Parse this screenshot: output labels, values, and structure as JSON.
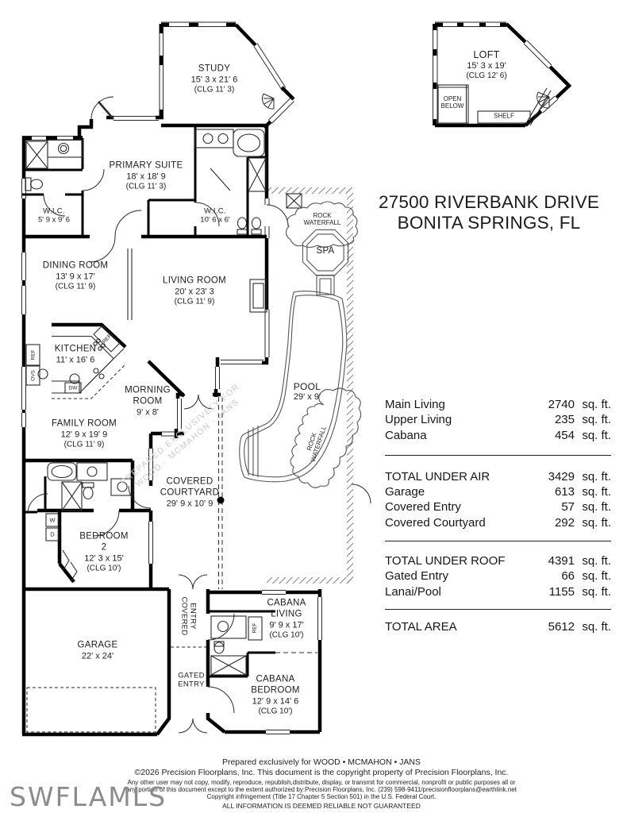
{
  "address": {
    "line1": "27500 RIVERBANK DRIVE",
    "line2": "BONITA SPRINGS, FL"
  },
  "rooms": {
    "study": {
      "name": "STUDY",
      "dims": "15' 3 x 21' 6",
      "clg": "(CLG 11' 3)"
    },
    "loft": {
      "name": "LOFT",
      "dims": "15' 3 x 19'",
      "clg": "(CLG 12' 6)"
    },
    "open_below": {
      "l1": "OPEN",
      "l2": "BELOW"
    },
    "shelf": {
      "name": "SHELF"
    },
    "primary_suite": {
      "name": "PRIMARY SUITE",
      "dims": "18' x 18' 9",
      "clg": "(CLG 11' 3)"
    },
    "wic_primary": {
      "name": "W.I.C.",
      "dims": "5' 9 x 9' 6"
    },
    "wic_secondary": {
      "name": "W.I.C.",
      "dims": "10' 6 x 6'"
    },
    "dining": {
      "name": "DINING ROOM",
      "dims": "13' 9 x 17'",
      "clg": "(CLG 11' 9)"
    },
    "living": {
      "name": "LIVING ROOM",
      "dims": "20' x 23' 3",
      "clg": "(CLG 11' 9)"
    },
    "kitchen": {
      "name": "KITCHEN",
      "dims": "11' x 16' 6"
    },
    "morning": {
      "l1": "MORNING",
      "l2": "ROOM",
      "dims": "9' x 8'"
    },
    "family": {
      "name": "FAMILY ROOM",
      "dims": "12' 9 x 19' 9",
      "clg": "(CLG 11' 9)"
    },
    "courtyard": {
      "l1": "COVERED",
      "l2": "COURTYARD",
      "dims": "29' 9 x 10' 9"
    },
    "bedroom2": {
      "l1": "BEDROOM",
      "l2": "2",
      "dims": "12' 3 x 15'",
      "clg": "(CLG 10')"
    },
    "garage": {
      "name": "GARAGE",
      "dims": "22' x 24'"
    },
    "covered_entry": {
      "l1": "COVERED",
      "l2": "ENTRY"
    },
    "gated_entry": {
      "l1": "GATED",
      "l2": "ENTRY"
    },
    "cabana_living": {
      "l1": "CABANA",
      "l2": "LIVING",
      "dims": "9' 9 x 17'",
      "clg": "(CLG 10')"
    },
    "cabana_bedroom": {
      "l1": "CABANA",
      "l2": "BEDROOM",
      "dims": "12' 9 x 14' 6",
      "clg": "(CLG 10')"
    },
    "pool": {
      "name": "POOL",
      "dims": "29' x 9'"
    },
    "spa": {
      "name": "SPA"
    },
    "rock_waterfall": {
      "l1": "ROCK",
      "l2": "WATERFALL"
    }
  },
  "appliances": {
    "ref": "REF",
    "ovs": "OVS",
    "dw": "DW",
    "washer": "W",
    "dryer": "D"
  },
  "stats": {
    "groups": [
      {
        "rows": [
          {
            "label": "Main Living",
            "value": "2740",
            "unit": "sq. ft."
          },
          {
            "label": "Upper Living",
            "value": "235",
            "unit": "sq. ft."
          },
          {
            "label": "Cabana",
            "value": "454",
            "unit": "sq. ft."
          }
        ]
      },
      {
        "rows": [
          {
            "label": "TOTAL UNDER AIR",
            "value": "3429",
            "unit": "sq. ft."
          },
          {
            "label": "Garage",
            "value": "613",
            "unit": "sq. ft."
          },
          {
            "label": "Covered Entry",
            "value": "57",
            "unit": "sq. ft."
          },
          {
            "label": "Covered Courtyard",
            "value": "292",
            "unit": "sq. ft."
          }
        ]
      },
      {
        "rows": [
          {
            "label": "TOTAL UNDER ROOF",
            "value": "4391",
            "unit": "sq. ft."
          },
          {
            "label": "Gated Entry",
            "value": "66",
            "unit": "sq. ft."
          },
          {
            "label": "Lanai/Pool",
            "value": "1155",
            "unit": "sq. ft."
          }
        ]
      },
      {
        "rows": [
          {
            "label": "TOTAL AREA",
            "value": "5612",
            "unit": "sq. ft."
          }
        ]
      }
    ]
  },
  "watermark": {
    "diag1": "PREPARED EXCLUSIVELY FOR",
    "diag2": "WOOD · MCMAHON · JANS",
    "logo": "SWFLAMLS"
  },
  "footer": {
    "line1": "Prepared exclusively for WOOD • MCMAHON • JANS",
    "line2": "©2026 Precision Floorplans, Inc.  This document is the copyright property of Precision Floorplans, Inc.",
    "line3": "Any other user may not copy, modify, reproduce, republish,distribute, display, or transmit for commercial, nonprofit or public purposes all or",
    "line4": "any portion of this document except to the extent authorized by:Precision Floorplans, Inc. (239) 598-9411/precisionfloorplans@earthlink.net",
    "line5": "Copyright infringement (Title 17 Chapter 5 Section 501) in the U.S. Federal Court.",
    "line6": "ALL INFORMATION IS DEEMED RELIABLE NOT GUARANTEED"
  }
}
